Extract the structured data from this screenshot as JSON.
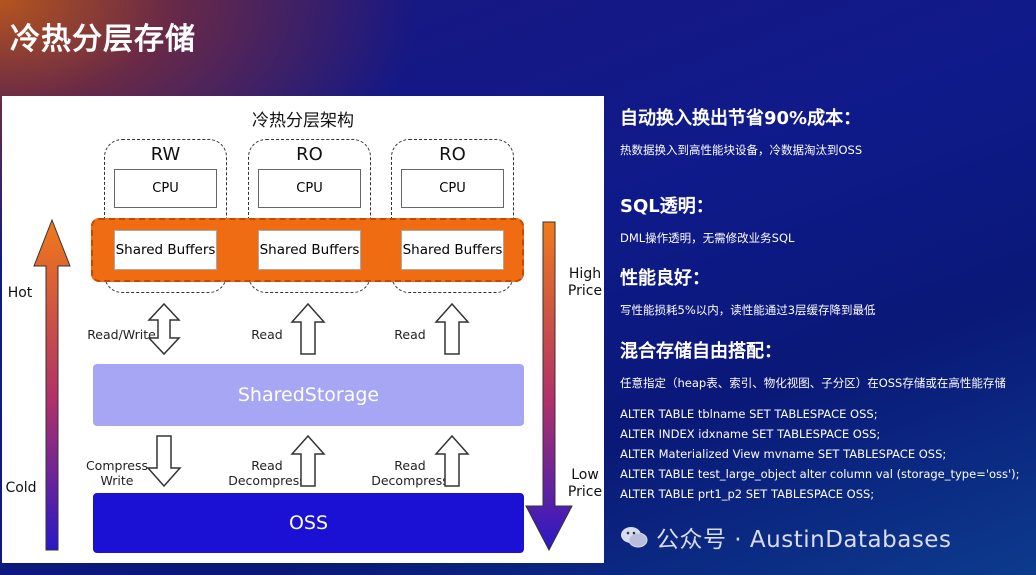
{
  "title": "冷热分层存储",
  "diagram": {
    "title": "冷热分层架构",
    "nodes": [
      {
        "label": "RW",
        "cpu": "CPU",
        "buffer": "Shared Buffers"
      },
      {
        "label": "RO",
        "cpu": "CPU",
        "buffer": "Shared Buffers"
      },
      {
        "label": "RO",
        "cpu": "CPU",
        "buffer": "Shared Buffers"
      }
    ],
    "upper_arrows": [
      "Read/Write",
      "Read",
      "Read"
    ],
    "shared_storage": "SharedStorage",
    "lower_arrows": [
      {
        "line1": "Compress",
        "line2": "Write"
      },
      {
        "line1": "Read",
        "line2": "Decompress"
      },
      {
        "line1": "Read",
        "line2": "Decompress"
      }
    ],
    "oss": "OSS",
    "hot_label": "Hot",
    "cold_label": "Cold",
    "high_price": {
      "line1": "High",
      "line2": "Price"
    },
    "low_price": {
      "line1": "Low",
      "line2": "Price"
    },
    "colors": {
      "hot": "#f07a1a",
      "cold": "#2a18c8",
      "buffer": "#f06c13",
      "storage": "#a7a6f4",
      "oss": "#1a11d5"
    }
  },
  "features": [
    {
      "heading": "自动换入换出节省90%成本：",
      "desc": "热数据换入到高性能块设备，冷数据淘汰到OSS"
    },
    {
      "heading": "SQL透明：",
      "desc": "DML操作透明，无需修改业务SQL"
    },
    {
      "heading": "性能良好：",
      "desc": "写性能损耗5%以内，读性能通过3层缓存降到最低"
    },
    {
      "heading": "混合存储自由搭配：",
      "desc": "任意指定（heap表、索引、物化视图、子分区）在OSS存储或在高性能存储"
    }
  ],
  "sql_lines": [
    "ALTER  TABLE  tblname  SET  TABLESPACE OSS;",
    "ALTER  INDEX  idxname  SET TABLESPACE OSS;",
    "ALTER Materialized View mvname SET TABLESPACE OSS;",
    "ALTER TABLE test_large_object alter column val (storage_type='oss');",
    "ALTER  TABLE  prt1_p2  SET  TABLESPACE OSS;"
  ],
  "watermark": {
    "icon": "wechat-icon",
    "text": "公众号 · AustinDatabases"
  }
}
